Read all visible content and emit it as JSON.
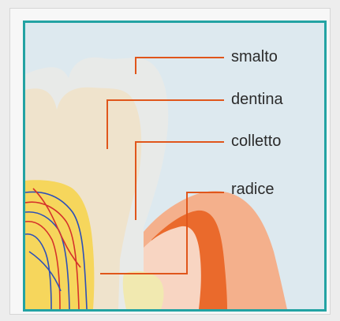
{
  "diagram": {
    "labels": {
      "enamel": "smalto",
      "dentin": "dentina",
      "neck": "colletto",
      "root": "radice"
    },
    "colors": {
      "frame": "#23a3a3",
      "leader_line": "#e0561b",
      "background": "#dde9ef",
      "enamel": "#e9ebe9",
      "dentin": "#efe4cf",
      "gum": "#f2a17a",
      "gum_dark": "#e85a22",
      "pulp_yellow": "#f0d23c",
      "nerve_blue": "#2c4fb8",
      "vessel_red": "#d5312b"
    }
  }
}
